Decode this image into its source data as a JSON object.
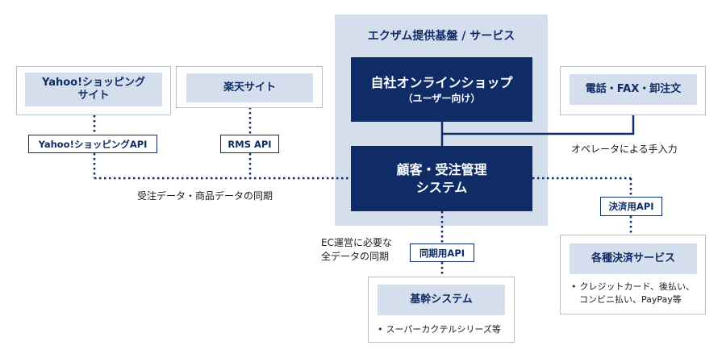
{
  "platform": {
    "title": "エクザム提供基盤 / サービス",
    "shop": {
      "title": "自社オンラインショップ",
      "subtitle": "（ユーザー向け）"
    },
    "core": {
      "line1": "顧客・受注管理",
      "line2": "システム"
    }
  },
  "yahoo": {
    "line1": "Yahoo!ショッピング",
    "line2": "サイト",
    "api": "Yahoo!ショッピングAPI"
  },
  "rakuten": {
    "title": "楽天サイト",
    "api": "RMS API"
  },
  "sync_note": "受注データ・商品データの同期",
  "phone": {
    "title": "電話・FAX・卸注文",
    "note": "オペレータによる手入力"
  },
  "kikan": {
    "note_line1": "EC運営に必要な",
    "note_line2": "全データの同期",
    "api": "同期用API",
    "title": "基幹システム",
    "bullet": "スーパーカクテルシリーズ等"
  },
  "payment": {
    "api": "決済用API",
    "title": "各種決済サービス",
    "bullet_line1": "クレジットカード、後払い、",
    "bullet_line2": "コンビニ払い、PayPay等"
  },
  "colors": {
    "navy": "#0f2c66",
    "light_blue": "#d5deed",
    "panel": "#d5deed",
    "border": "#b8bdc6"
  }
}
